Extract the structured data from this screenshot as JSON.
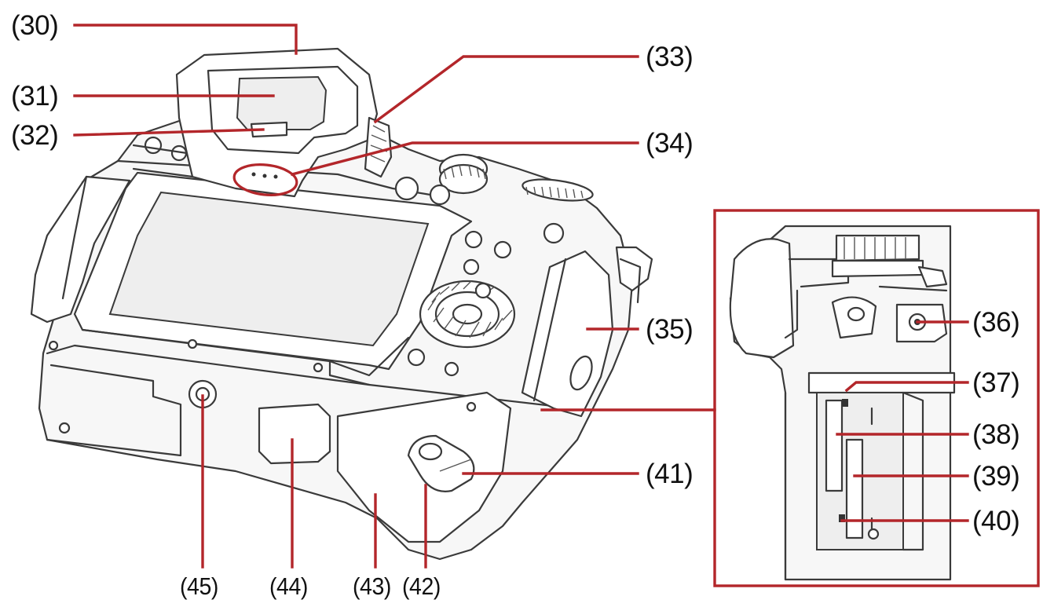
{
  "diagram": {
    "labels": {
      "l30": "(30)",
      "l31": "(31)",
      "l32": "(32)",
      "l33": "(33)",
      "l34": "(34)",
      "l35": "(35)",
      "l36": "(36)",
      "l37": "(37)",
      "l38": "(38)",
      "l39": "(39)",
      "l40": "(40)",
      "l41": "(41)",
      "l42": "(42)",
      "l43": "(43)",
      "l44": "(44)",
      "l45": "(45)"
    },
    "colors": {
      "leader": "#b3262a",
      "outline": "#3a3a3a",
      "body_fill": "#f7f7f7"
    }
  }
}
